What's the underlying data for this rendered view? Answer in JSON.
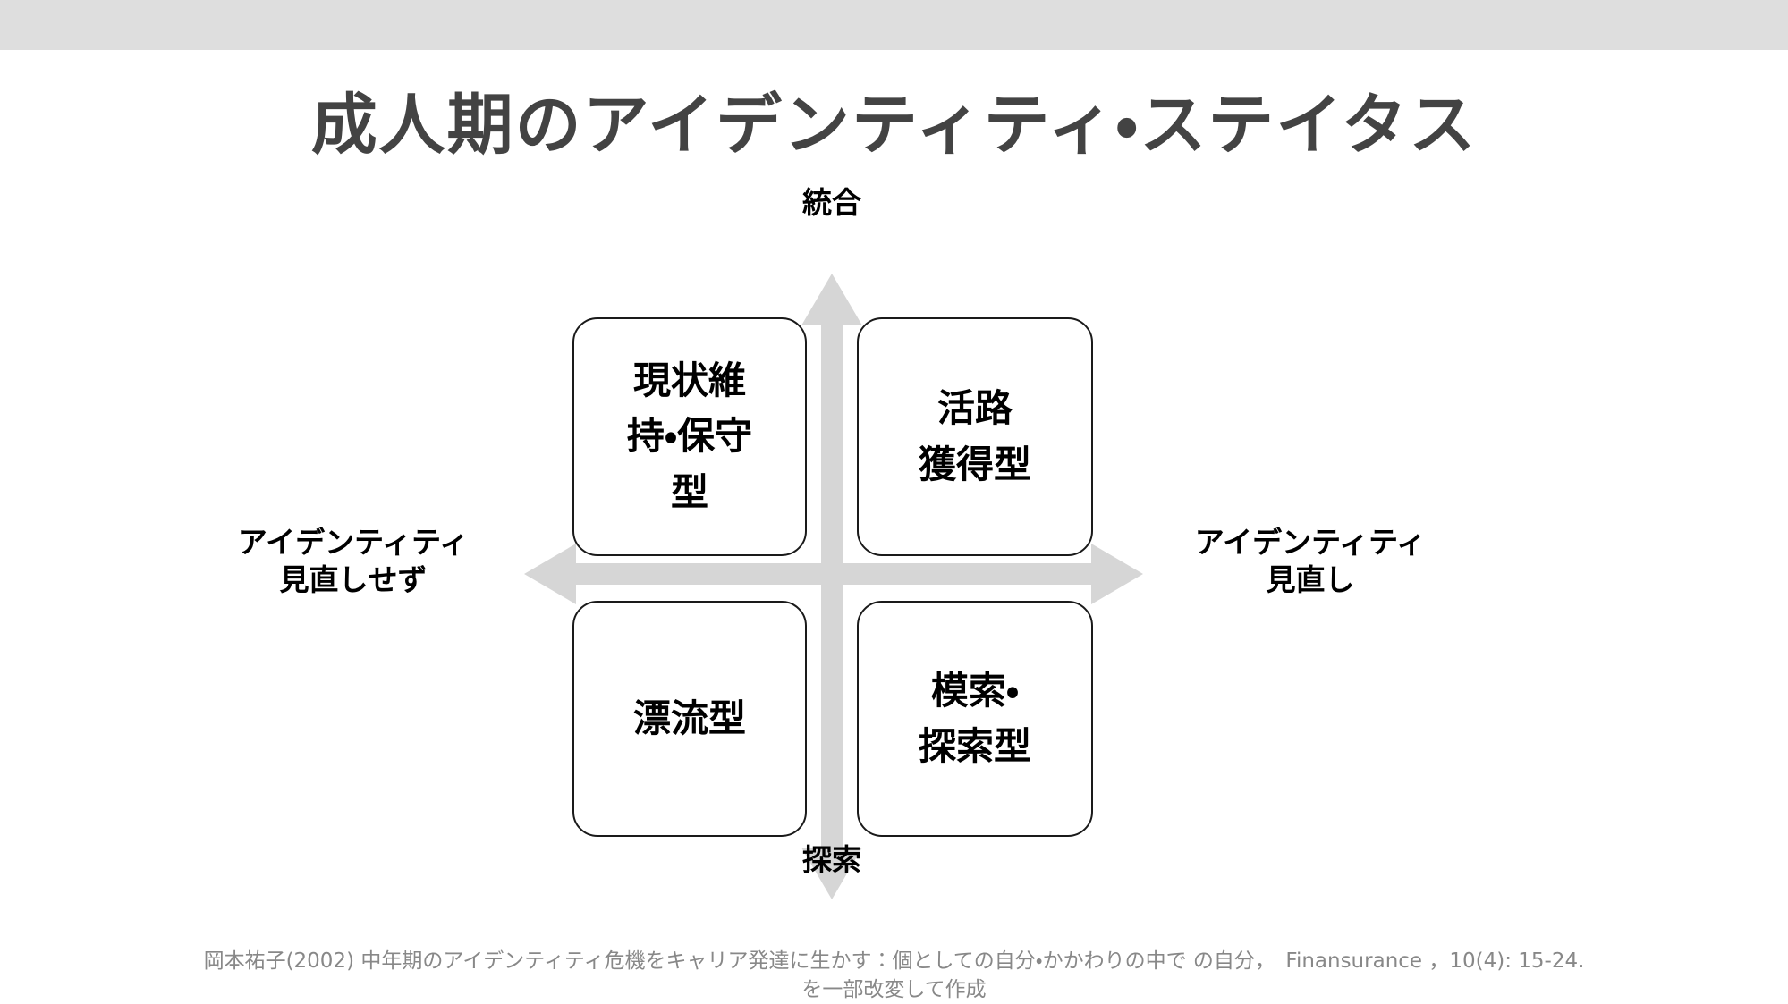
{
  "window": {
    "chrome_bar_color": "#dedede"
  },
  "slide": {
    "background_color": "#ffffff",
    "title": "成人期のアイデンティティ・ステイタス",
    "title_color": "#434343"
  },
  "diagram": {
    "type": "2x2-quadrant-matrix",
    "axis_color": "#d6d6d6",
    "box_border_color": "#1a1a1a",
    "text_color": "#000000",
    "axes": {
      "vertical": {
        "top_label": "統合",
        "bottom_label": "探索",
        "arrow_style": "double-headed"
      },
      "horizontal": {
        "left_label": "アイデンティティ\n見直しせず",
        "right_label": "アイデンティティ\n見直し",
        "arrow_style": "double-headed"
      }
    },
    "quadrants": [
      {
        "position": "top-left",
        "label": "現状維\n持・保守\n型"
      },
      {
        "position": "top-right",
        "label": "活路\n獲得型"
      },
      {
        "position": "bottom-left",
        "label": "漂流型"
      },
      {
        "position": "bottom-right",
        "label": "模索・\n探索型"
      }
    ]
  },
  "citation": {
    "color": "#888888",
    "line1": "岡本祐子(2002) 中年期のアイデンティティ危機をキャリア発達に生かす：個としての自分・かかわりの中で の自分，　Finansurance ，10(4): 15-24.",
    "line2": "を一部改変して作成"
  }
}
